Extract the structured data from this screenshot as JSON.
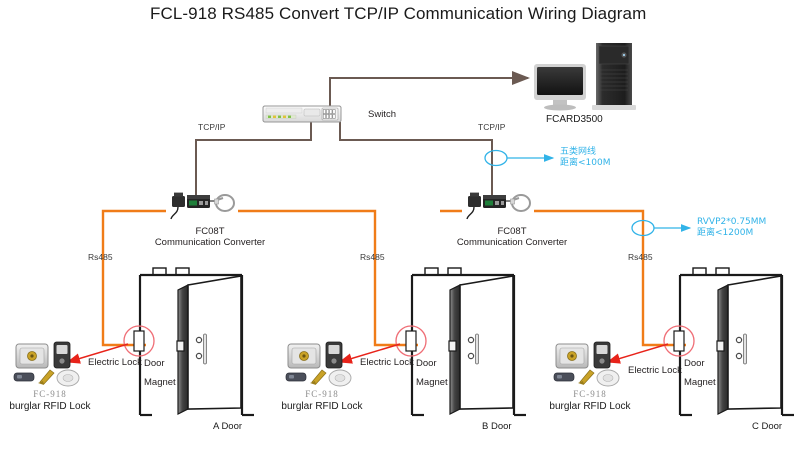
{
  "title": "FCL-918 RS485 Convert TCP/IP Communication Wiring Diagram",
  "colors": {
    "ethernet_line": "#6b5a52",
    "rs485_line": "#f07c18",
    "annotation": "#31b3e8",
    "lock_arrow": "#e8231a",
    "highlight_circle": "#ef6d75",
    "text": "#231f20"
  },
  "network": {
    "switch_label": "Switch",
    "server_label": "FCARD3500",
    "link_left_label": "TCP/IP",
    "link_right_label": "TCP/IP"
  },
  "annotations": [
    {
      "line1": "五类网线",
      "line2": "距离<100M"
    },
    {
      "line1": "RVVP2*0.75MM",
      "line2": "距离<1200M"
    }
  ],
  "converters": [
    {
      "model": "FC08T",
      "name": "Communication Converter"
    },
    {
      "model": "FC08T",
      "name": "Communication Converter"
    }
  ],
  "bus_labels": [
    "Rs485",
    "Rs485",
    "Rs485"
  ],
  "doors": [
    {
      "name": "A Door",
      "lock_label": "Electric Lock",
      "magnet_label_1": "Door",
      "magnet_label_2": "Magnet"
    },
    {
      "name": "B Door",
      "lock_label": "Electric Lock",
      "magnet_label_1": "Door",
      "magnet_label_2": "Magnet"
    },
    {
      "name": "C Door",
      "lock_label": "Electric Lock",
      "magnet_label_1": "Door",
      "magnet_label_2": "Magnet"
    }
  ],
  "rfid_locks": [
    {
      "model": "FC-918",
      "name": "burglar RFID Lock"
    },
    {
      "model": "FC-918",
      "name": "burglar RFID Lock"
    },
    {
      "model": "FC-918",
      "name": "burglar RFID Lock"
    }
  ]
}
